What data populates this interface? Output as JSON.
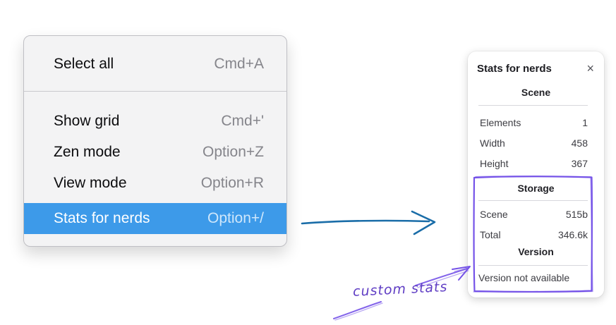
{
  "colors": {
    "menu_highlight": "#3d9ae9",
    "arrow_blue": "#1a6da8",
    "annotation_purple": "#7553e8",
    "handwriting_purple": "#5f3dc4"
  },
  "context_menu": {
    "items": [
      {
        "label": "Select all",
        "shortcut": "Cmd+A",
        "selected": false
      },
      {
        "label": "Show grid",
        "shortcut": "Cmd+'",
        "selected": false
      },
      {
        "label": "Zen mode",
        "shortcut": "Option+Z",
        "selected": false
      },
      {
        "label": "View mode",
        "shortcut": "Option+R",
        "selected": false
      },
      {
        "label": "Stats for nerds",
        "shortcut": "Option+/",
        "selected": true
      }
    ]
  },
  "stats_panel": {
    "title": "Stats for nerds",
    "close_icon": "×",
    "scene": {
      "header": "Scene",
      "rows": [
        {
          "label": "Elements",
          "value": "1"
        },
        {
          "label": "Width",
          "value": "458"
        },
        {
          "label": "Height",
          "value": "367"
        }
      ]
    },
    "storage": {
      "header": "Storage",
      "rows": [
        {
          "label": "Scene",
          "value": "515b"
        },
        {
          "label": "Total",
          "value": "346.6k"
        }
      ]
    },
    "version": {
      "header": "Version",
      "note": "Version not available"
    }
  },
  "annotations": {
    "label": "custom stats"
  }
}
